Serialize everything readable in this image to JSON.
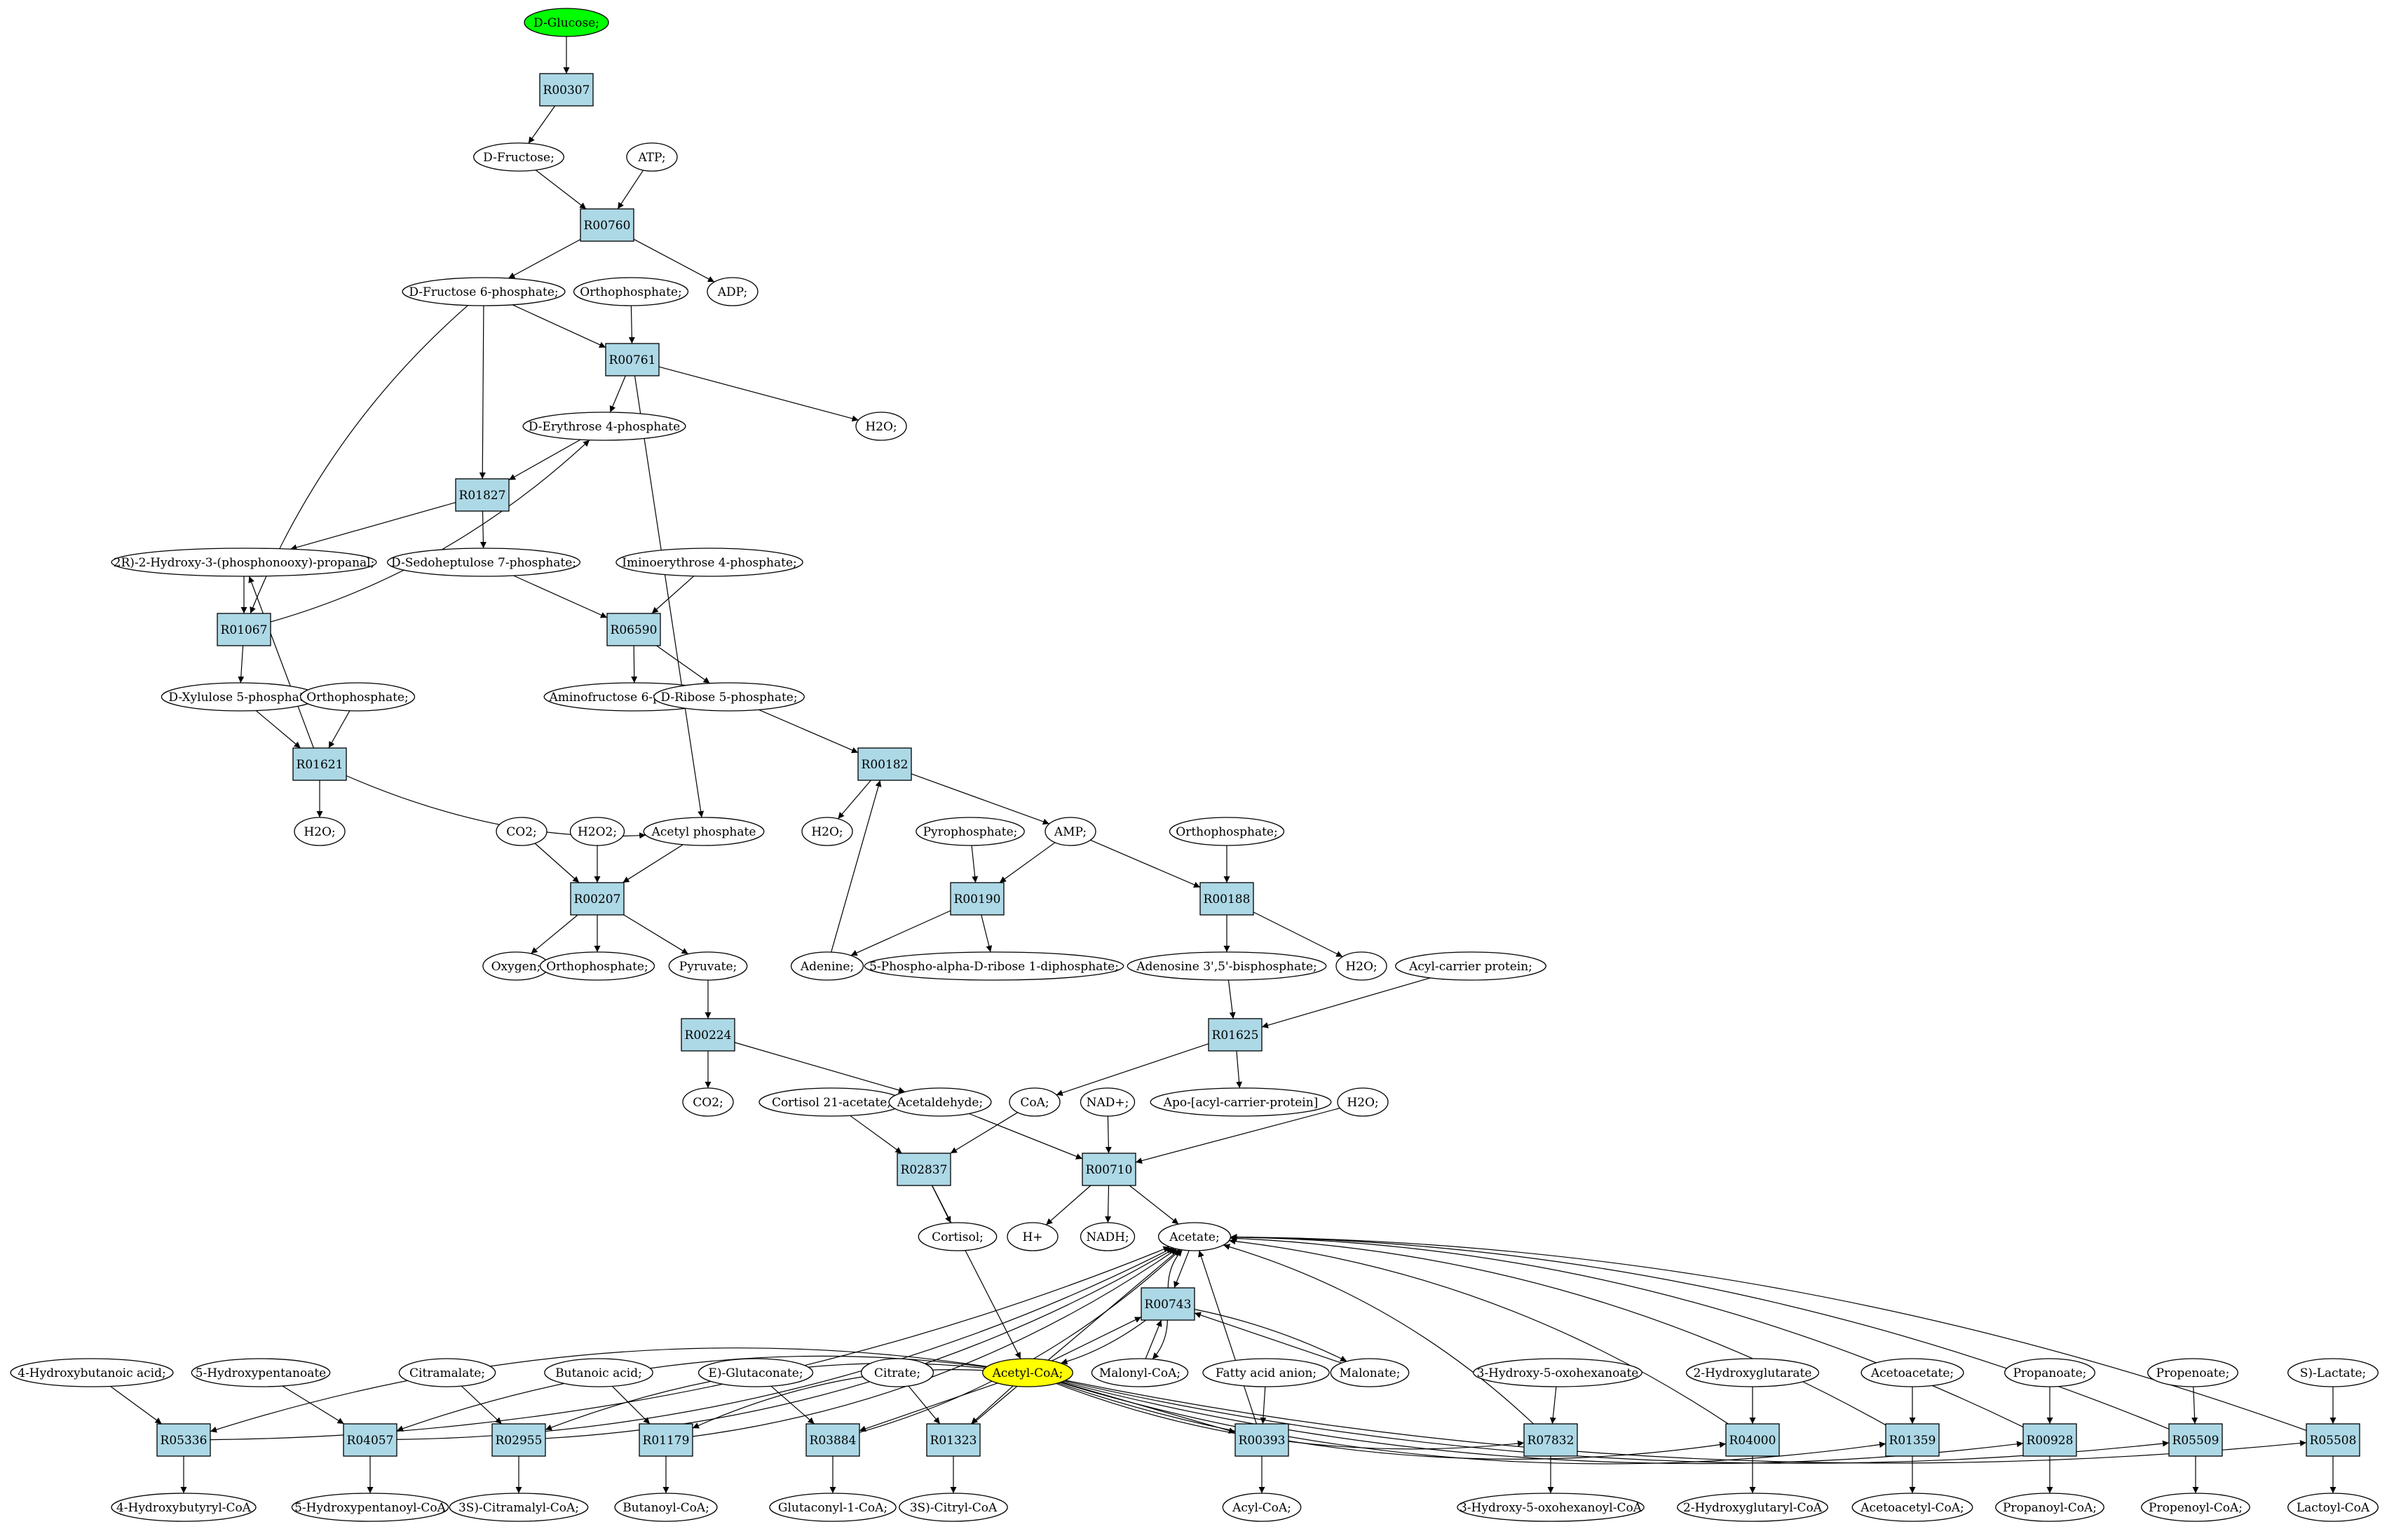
{
  "nodes": [
    {
      "id": "glucose",
      "label": "D-Glucose;",
      "shape": "ellipse",
      "fill": "#00ff00"
    },
    {
      "id": "R00307",
      "label": "R00307",
      "shape": "box"
    },
    {
      "id": "fructose",
      "label": "D-Fructose;",
      "shape": "ellipse"
    },
    {
      "id": "atp",
      "label": "ATP;",
      "shape": "ellipse"
    },
    {
      "id": "R00760",
      "label": "R00760",
      "shape": "box"
    },
    {
      "id": "f6p",
      "label": "D-Fructose 6-phosphate;",
      "shape": "ellipse"
    },
    {
      "id": "orthoA",
      "label": "Orthophosphate;",
      "shape": "ellipse"
    },
    {
      "id": "adp",
      "label": "ADP;",
      "shape": "ellipse"
    },
    {
      "id": "R00761",
      "label": "R00761",
      "shape": "box"
    },
    {
      "id": "h2oA",
      "label": "H2O;",
      "shape": "ellipse"
    },
    {
      "id": "e4p",
      "label": "D-Erythrose 4-phosphate",
      "shape": "ellipse"
    },
    {
      "id": "R01827",
      "label": "R01827",
      "shape": "box"
    },
    {
      "id": "g3p",
      "label": "2R)-2-Hydroxy-3-(phosphonooxy)-propanal;",
      "shape": "ellipse"
    },
    {
      "id": "s7p",
      "label": "D-Sedoheptulose 7-phosphate;",
      "shape": "ellipse"
    },
    {
      "id": "imino",
      "label": "Iminoerythrose 4-phosphate;",
      "shape": "ellipse"
    },
    {
      "id": "R01067",
      "label": "R01067",
      "shape": "box"
    },
    {
      "id": "R06590",
      "label": "R06590",
      "shape": "box"
    },
    {
      "id": "x5p",
      "label": "D-Xylulose 5-phosphate",
      "shape": "ellipse"
    },
    {
      "id": "orthoB",
      "label": "Orthophosphate;",
      "shape": "ellipse"
    },
    {
      "id": "aminof6p",
      "label": "Aminofructose 6-phosphate;",
      "shape": "ellipse"
    },
    {
      "id": "r5p",
      "label": "D-Ribose 5-phosphate;",
      "shape": "ellipse"
    },
    {
      "id": "R01621",
      "label": "R01621",
      "shape": "box"
    },
    {
      "id": "R00182",
      "label": "R00182",
      "shape": "box"
    },
    {
      "id": "h2oB",
      "label": "H2O;",
      "shape": "ellipse"
    },
    {
      "id": "h2oC",
      "label": "H2O;",
      "shape": "ellipse"
    },
    {
      "id": "co2A",
      "label": "CO2;",
      "shape": "ellipse"
    },
    {
      "id": "h2o2",
      "label": "H2O2;",
      "shape": "ellipse"
    },
    {
      "id": "acetylp",
      "label": "Acetyl phosphate",
      "shape": "ellipse"
    },
    {
      "id": "ppi",
      "label": "Pyrophosphate;",
      "shape": "ellipse"
    },
    {
      "id": "amp",
      "label": "AMP;",
      "shape": "ellipse"
    },
    {
      "id": "orthoC",
      "label": "Orthophosphate;",
      "shape": "ellipse"
    },
    {
      "id": "R00207",
      "label": "R00207",
      "shape": "box"
    },
    {
      "id": "R00190",
      "label": "R00190",
      "shape": "box"
    },
    {
      "id": "R00188",
      "label": "R00188",
      "shape": "box"
    },
    {
      "id": "oxygen",
      "label": "Oxygen;",
      "shape": "ellipse"
    },
    {
      "id": "orthoD",
      "label": "Orthophosphate;",
      "shape": "ellipse"
    },
    {
      "id": "pyruvate",
      "label": "Pyruvate;",
      "shape": "ellipse"
    },
    {
      "id": "adenine",
      "label": "Adenine;",
      "shape": "ellipse"
    },
    {
      "id": "prpp",
      "label": "5-Phospho-alpha-D-ribose 1-diphosphate;",
      "shape": "ellipse"
    },
    {
      "id": "pap",
      "label": "Adenosine 3',5'-bisphosphate;",
      "shape": "ellipse"
    },
    {
      "id": "h2oD",
      "label": "H2O;",
      "shape": "ellipse"
    },
    {
      "id": "acp",
      "label": "Acyl-carrier protein;",
      "shape": "ellipse"
    },
    {
      "id": "R00224",
      "label": "R00224",
      "shape": "box"
    },
    {
      "id": "R01625",
      "label": "R01625",
      "shape": "box"
    },
    {
      "id": "co2B",
      "label": "CO2;",
      "shape": "ellipse"
    },
    {
      "id": "cortacet",
      "label": "Cortisol 21-acetate;",
      "shape": "ellipse"
    },
    {
      "id": "acetald",
      "label": "Acetaldehyde;",
      "shape": "ellipse"
    },
    {
      "id": "coa",
      "label": "CoA;",
      "shape": "ellipse"
    },
    {
      "id": "nad",
      "label": "NAD+;",
      "shape": "ellipse"
    },
    {
      "id": "apoacp",
      "label": "Apo-[acyl-carrier-protein]",
      "shape": "ellipse"
    },
    {
      "id": "h2oE",
      "label": "H2O;",
      "shape": "ellipse"
    },
    {
      "id": "R02837",
      "label": "R02837",
      "shape": "box"
    },
    {
      "id": "R00710",
      "label": "R00710",
      "shape": "box"
    },
    {
      "id": "cortisol",
      "label": "Cortisol;",
      "shape": "ellipse"
    },
    {
      "id": "hplus",
      "label": "H+",
      "shape": "ellipse"
    },
    {
      "id": "nadh",
      "label": "NADH;",
      "shape": "ellipse"
    },
    {
      "id": "acetate",
      "label": "Acetate;",
      "shape": "ellipse"
    },
    {
      "id": "R00743",
      "label": "R00743",
      "shape": "box"
    },
    {
      "id": "acetylcoa",
      "label": "Acetyl-CoA;",
      "shape": "ellipse",
      "fill": "#ffff00"
    },
    {
      "id": "malonylcoa",
      "label": "Malonyl-CoA;",
      "shape": "ellipse"
    },
    {
      "id": "malonate",
      "label": "Malonate;",
      "shape": "ellipse"
    },
    {
      "id": "hba",
      "label": "4-Hydroxybutanoic acid;",
      "shape": "ellipse"
    },
    {
      "id": "hpent",
      "label": "5-Hydroxypentanoate",
      "shape": "ellipse"
    },
    {
      "id": "citramalate",
      "label": "Citramalate;",
      "shape": "ellipse"
    },
    {
      "id": "butanoic",
      "label": "Butanoic acid;",
      "shape": "ellipse"
    },
    {
      "id": "glutaconate",
      "label": "E)-Glutaconate;",
      "shape": "ellipse"
    },
    {
      "id": "citrate",
      "label": "Citrate;",
      "shape": "ellipse"
    },
    {
      "id": "fattyacid",
      "label": "Fatty acid anion;",
      "shape": "ellipse"
    },
    {
      "id": "hoxohex",
      "label": "3-Hydroxy-5-oxohexanoate",
      "shape": "ellipse"
    },
    {
      "id": "hglut",
      "label": "2-Hydroxyglutarate",
      "shape": "ellipse"
    },
    {
      "id": "acetoacetate",
      "label": "Acetoacetate;",
      "shape": "ellipse"
    },
    {
      "id": "propanoate",
      "label": "Propanoate;",
      "shape": "ellipse"
    },
    {
      "id": "propenoate",
      "label": "Propenoate;",
      "shape": "ellipse"
    },
    {
      "id": "lactate",
      "label": "S)-Lactate;",
      "shape": "ellipse"
    },
    {
      "id": "R05336",
      "label": "R05336",
      "shape": "box"
    },
    {
      "id": "R04057",
      "label": "R04057",
      "shape": "box"
    },
    {
      "id": "R02955",
      "label": "R02955",
      "shape": "box"
    },
    {
      "id": "R01179",
      "label": "R01179",
      "shape": "box"
    },
    {
      "id": "R03884",
      "label": "R03884",
      "shape": "box"
    },
    {
      "id": "R01323",
      "label": "R01323",
      "shape": "box"
    },
    {
      "id": "R00393",
      "label": "R00393",
      "shape": "box"
    },
    {
      "id": "R07832",
      "label": "R07832",
      "shape": "box"
    },
    {
      "id": "R04000",
      "label": "R04000",
      "shape": "box"
    },
    {
      "id": "R01359",
      "label": "R01359",
      "shape": "box"
    },
    {
      "id": "R00928",
      "label": "R00928",
      "shape": "box"
    },
    {
      "id": "R05509",
      "label": "R05509",
      "shape": "box"
    },
    {
      "id": "R05508",
      "label": "R05508",
      "shape": "box"
    },
    {
      "id": "hbcoa",
      "label": "4-Hydroxybutyryl-CoA",
      "shape": "ellipse"
    },
    {
      "id": "hpcoa",
      "label": "5-Hydroxypentanoyl-CoA",
      "shape": "ellipse"
    },
    {
      "id": "citramalylcoa",
      "label": "3S)-Citramalyl-CoA;",
      "shape": "ellipse"
    },
    {
      "id": "butanoylcoa",
      "label": "Butanoyl-CoA;",
      "shape": "ellipse"
    },
    {
      "id": "glutaconylcoa",
      "label": "Glutaconyl-1-CoA;",
      "shape": "ellipse"
    },
    {
      "id": "citrylcoa",
      "label": "3S)-Citryl-CoA",
      "shape": "ellipse"
    },
    {
      "id": "acylcoa",
      "label": "Acyl-CoA;",
      "shape": "ellipse"
    },
    {
      "id": "hoxohexcoa",
      "label": "3-Hydroxy-5-oxohexanoyl-CoA",
      "shape": "ellipse"
    },
    {
      "id": "hglutcoa",
      "label": "2-Hydroxyglutaryl-CoA",
      "shape": "ellipse"
    },
    {
      "id": "acetoacetylcoa",
      "label": "Acetoacetyl-CoA;",
      "shape": "ellipse"
    },
    {
      "id": "propanoylcoa",
      "label": "Propanoyl-CoA;",
      "shape": "ellipse"
    },
    {
      "id": "propenoylcoa",
      "label": "Propenoyl-CoA;",
      "shape": "ellipse"
    },
    {
      "id": "lactoylcoa",
      "label": "Lactoyl-CoA",
      "shape": "ellipse"
    }
  ],
  "edges": [
    [
      "glucose",
      "R00307"
    ],
    [
      "R00307",
      "fructose"
    ],
    [
      "fructose",
      "R00760"
    ],
    [
      "atp",
      "R00760"
    ],
    [
      "R00760",
      "f6p"
    ],
    [
      "R00760",
      "adp"
    ],
    [
      "f6p",
      "R00761"
    ],
    [
      "orthoA",
      "R00761"
    ],
    [
      "R00761",
      "h2oA"
    ],
    [
      "R00761",
      "e4p"
    ],
    [
      "R00761",
      "acetylp"
    ],
    [
      "f6p",
      "R01827"
    ],
    [
      "e4p",
      "R01827"
    ],
    [
      "R01827",
      "g3p"
    ],
    [
      "R01827",
      "s7p"
    ],
    [
      "f6p",
      "R01067"
    ],
    [
      "g3p",
      "R01067"
    ],
    [
      "R01067",
      "e4p"
    ],
    [
      "R01067",
      "x5p"
    ],
    [
      "s7p",
      "R06590"
    ],
    [
      "imino",
      "R06590"
    ],
    [
      "R06590",
      "aminof6p"
    ],
    [
      "R06590",
      "r5p"
    ],
    [
      "x5p",
      "R01621"
    ],
    [
      "orthoB",
      "R01621"
    ],
    [
      "R01621",
      "h2oB"
    ],
    [
      "R01621",
      "g3p"
    ],
    [
      "R01621",
      "acetylp"
    ],
    [
      "r5p",
      "R00182"
    ],
    [
      "R00182",
      "h2oC"
    ],
    [
      "R00182",
      "amp"
    ],
    [
      "adenine",
      "R00182"
    ],
    [
      "co2A",
      "R00207"
    ],
    [
      "h2o2",
      "R00207"
    ],
    [
      "acetylp",
      "R00207"
    ],
    [
      "R00207",
      "oxygen"
    ],
    [
      "R00207",
      "orthoD"
    ],
    [
      "R00207",
      "pyruvate"
    ],
    [
      "ppi",
      "R00190"
    ],
    [
      "amp",
      "R00190"
    ],
    [
      "R00190",
      "adenine"
    ],
    [
      "R00190",
      "prpp"
    ],
    [
      "amp",
      "R00188"
    ],
    [
      "orthoC",
      "R00188"
    ],
    [
      "R00188",
      "pap"
    ],
    [
      "R00188",
      "h2oD"
    ],
    [
      "pyruvate",
      "R00224"
    ],
    [
      "R00224",
      "co2B"
    ],
    [
      "R00224",
      "acetald"
    ],
    [
      "pap",
      "R01625"
    ],
    [
      "acp",
      "R01625"
    ],
    [
      "R01625",
      "coa"
    ],
    [
      "R01625",
      "apoacp"
    ],
    [
      "cortacet",
      "R02837"
    ],
    [
      "coa",
      "R02837"
    ],
    [
      "R02837",
      "cortisol"
    ],
    [
      "R02837",
      "acetylcoa"
    ],
    [
      "acetald",
      "R00710"
    ],
    [
      "nad",
      "R00710"
    ],
    [
      "h2oE",
      "R00710"
    ],
    [
      "R00710",
      "hplus"
    ],
    [
      "R00710",
      "nadh"
    ],
    [
      "R00710",
      "acetate"
    ],
    [
      "acetylcoa",
      "R00743"
    ],
    [
      "malonylcoa",
      "R00743"
    ],
    [
      "malonate",
      "R00743"
    ],
    [
      "acetate",
      "R00743"
    ],
    [
      "R00743",
      "acetate"
    ],
    [
      "R00743",
      "acetylcoa"
    ],
    [
      "R00743",
      "malonylcoa"
    ],
    [
      "R00743",
      "malonate"
    ],
    [
      "hba",
      "R05336"
    ],
    [
      "acetylcoa",
      "R05336"
    ],
    [
      "R05336",
      "hbcoa"
    ],
    [
      "R05336",
      "acetate"
    ],
    [
      "hpent",
      "R04057"
    ],
    [
      "acetylcoa",
      "R04057"
    ],
    [
      "R04057",
      "hpcoa"
    ],
    [
      "R04057",
      "acetate"
    ],
    [
      "citramalate",
      "R02955"
    ],
    [
      "acetylcoa",
      "R02955"
    ],
    [
      "R02955",
      "citramalylcoa"
    ],
    [
      "R02955",
      "acetate"
    ],
    [
      "butanoic",
      "R01179"
    ],
    [
      "acetylcoa",
      "R01179"
    ],
    [
      "R01179",
      "butanoylcoa"
    ],
    [
      "R01179",
      "acetate"
    ],
    [
      "glutaconate",
      "R03884"
    ],
    [
      "acetylcoa",
      "R03884"
    ],
    [
      "R03884",
      "glutaconylcoa"
    ],
    [
      "R03884",
      "acetate"
    ],
    [
      "citrate",
      "R01323"
    ],
    [
      "acetylcoa",
      "R01323"
    ],
    [
      "R01323",
      "citrylcoa"
    ],
    [
      "R01323",
      "acetate"
    ],
    [
      "fattyacid",
      "R00393"
    ],
    [
      "acetylcoa",
      "R00393"
    ],
    [
      "R00393",
      "acylcoa"
    ],
    [
      "R00393",
      "acetate"
    ],
    [
      "hoxohex",
      "R07832"
    ],
    [
      "acetylcoa",
      "R07832"
    ],
    [
      "R07832",
      "hoxohexcoa"
    ],
    [
      "R07832",
      "acetate"
    ],
    [
      "hglut",
      "R04000"
    ],
    [
      "acetylcoa",
      "R04000"
    ],
    [
      "R04000",
      "hglutcoa"
    ],
    [
      "R04000",
      "acetate"
    ],
    [
      "acetoacetate",
      "R01359"
    ],
    [
      "acetylcoa",
      "R01359"
    ],
    [
      "R01359",
      "acetoacetylcoa"
    ],
    [
      "R01359",
      "acetate"
    ],
    [
      "propanoate",
      "R00928"
    ],
    [
      "acetylcoa",
      "R00928"
    ],
    [
      "R00928",
      "propanoylcoa"
    ],
    [
      "R00928",
      "acetate"
    ],
    [
      "propenoate",
      "R05509"
    ],
    [
      "acetylcoa",
      "R05509"
    ],
    [
      "R05509",
      "propenoylcoa"
    ],
    [
      "R05509",
      "acetate"
    ],
    [
      "lactate",
      "R05508"
    ],
    [
      "acetylcoa",
      "R05508"
    ],
    [
      "R05508",
      "lactoylcoa"
    ],
    [
      "R05508",
      "acetate"
    ]
  ],
  "colors": {
    "box_fill": "#add8e6",
    "ellipse_fill": "#ffffff",
    "stroke": "#000000",
    "start_fill": "#00ff00",
    "target_fill": "#ffff00"
  }
}
